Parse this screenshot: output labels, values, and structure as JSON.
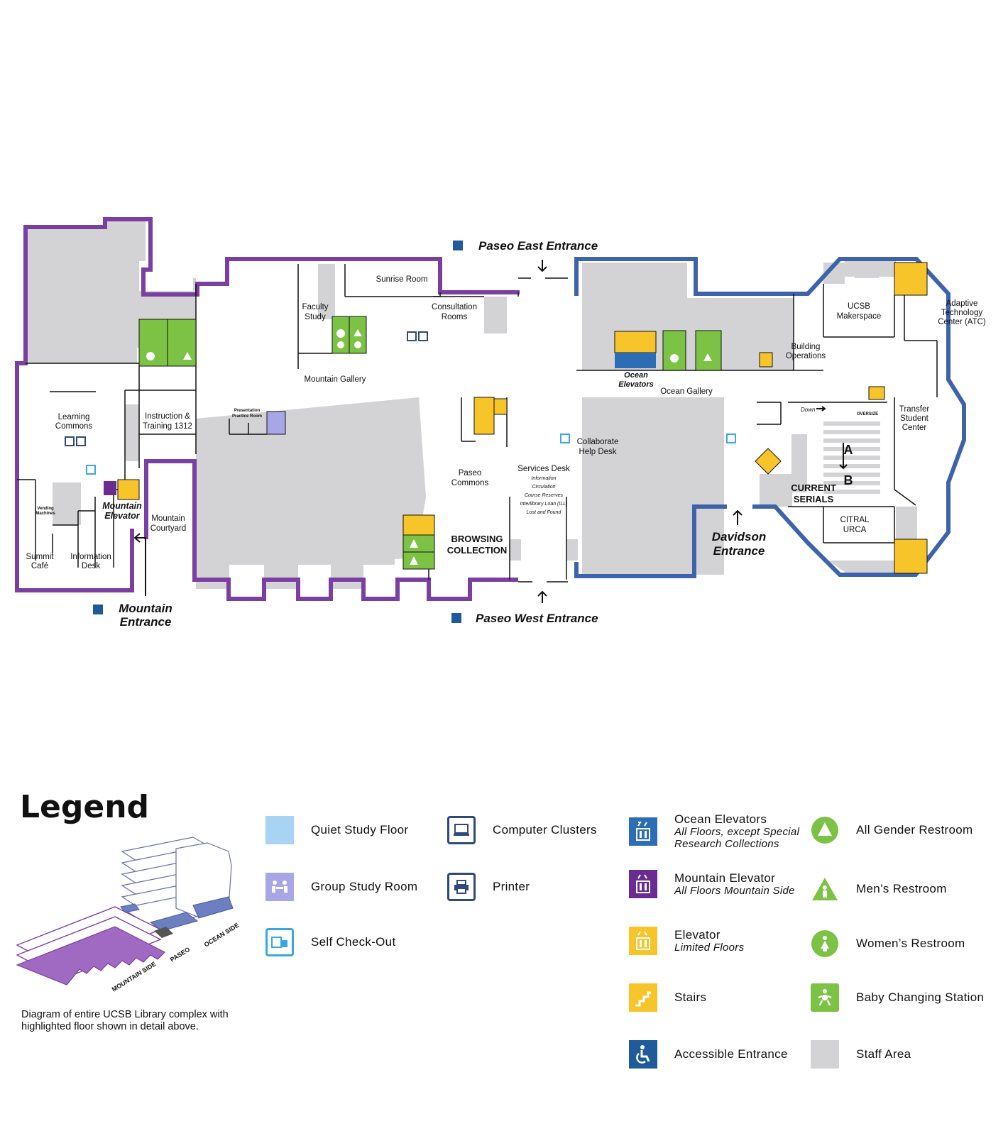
{
  "map": {
    "entrances": {
      "paseo_east": "Paseo East Entrance",
      "paseo_west": "Paseo West Entrance",
      "mountain": [
        "Mountain",
        "Entrance"
      ],
      "davidson": [
        "Davidson",
        "Entrance"
      ]
    },
    "rooms": {
      "sunrise_room": "Sunrise Room",
      "faculty_study": [
        "Faculty",
        "Study"
      ],
      "consultation_rooms": [
        "Consultation",
        "Rooms"
      ],
      "mountain_gallery": "Mountain Gallery",
      "learning_commons": [
        "Learning",
        "Commons"
      ],
      "instruction_training": [
        "Instruction &",
        "Training 1312"
      ],
      "presentation_practice": [
        "Presentation",
        "Practice Room"
      ],
      "mountain_elevator": [
        "Mountain",
        "Elevator"
      ],
      "mountain_courtyard": [
        "Mountain",
        "Courtyard"
      ],
      "vending_machines": [
        "Vending",
        "Machines"
      ],
      "summit_cafe": [
        "Summit",
        "Café"
      ],
      "information_desk": [
        "Information",
        "Desk"
      ],
      "paseo_commons": [
        "Paseo",
        "Commons"
      ],
      "browsing_collection": [
        "BROWSING",
        "COLLECTION"
      ],
      "services_desk": "Services Desk",
      "services_desk_items": [
        "Information",
        "Circulation",
        "Course Reserves",
        "Interlibrary Loan (ILL)",
        "Lost and Found"
      ],
      "collaborate_help_desk": [
        "Collaborate",
        "Help Desk"
      ],
      "ocean_elevators": [
        "Ocean",
        "Elevators"
      ],
      "ocean_gallery": "Ocean Gallery",
      "building_operations": [
        "Building",
        "Operations"
      ],
      "ucsb_makerspace": [
        "UCSB",
        "Makerspace"
      ],
      "adaptive_technology_center": [
        "Adaptive",
        "Technology",
        "Center (ATC)"
      ],
      "transfer_student_center": [
        "Transfer",
        "Student",
        "Center"
      ],
      "down": "Down",
      "oversize": "OVERSIZE",
      "a": "A",
      "b": "B",
      "current_serials": [
        "CURRENT",
        "SERIALS"
      ],
      "citral_urca": [
        "CITRAL",
        "URCA"
      ]
    }
  },
  "legend": {
    "title": "Legend",
    "items": {
      "quiet_study": "Quiet Study Floor",
      "group_study": "Group Study Room",
      "self_checkout": "Self Check-Out",
      "computer_clusters": "Computer Clusters",
      "printer": "Printer",
      "ocean_elevators": "Ocean Elevators",
      "ocean_elevators_sub": "All Floors, except Special Research Collections",
      "mountain_elevator": "Mountain Elevator",
      "mountain_elevator_sub": "All Floors Mountain Side",
      "elevator": "Elevator",
      "elevator_sub": "Limited Floors",
      "stairs": "Stairs",
      "accessible_entrance": "Accessible Entrance",
      "all_gender_restroom": "All Gender Restroom",
      "mens_restroom": "Men’s Restroom",
      "womens_restroom": "Women’s Restroom",
      "baby_changing": "Baby Changing Station",
      "staff_area": "Staff Area"
    },
    "iso": {
      "ocean_side": "OCEAN SIDE",
      "mountain_side": "MOUNTAIN SIDE",
      "paseo": "PASEO",
      "caption": "Diagram of entire UCSB Library complex with highlighted floor shown in detail above."
    },
    "colors": {
      "quiet_study": "#a9d3f2",
      "group_study": "#a9a6e8",
      "self_checkout": "#3aa8e0",
      "computer": "#2f4a78",
      "ocean_elevator": "#2d6db5",
      "mountain_elevator": "#6a2c91",
      "elevator": "#f7c52a",
      "stairs": "#f7c52a",
      "accessible": "#1f5a9a",
      "restroom": "#7cc244",
      "staff_area": "#d3d3d5",
      "mountain_side_border": "#7a3fa0",
      "ocean_side_border": "#3d63aa"
    }
  }
}
